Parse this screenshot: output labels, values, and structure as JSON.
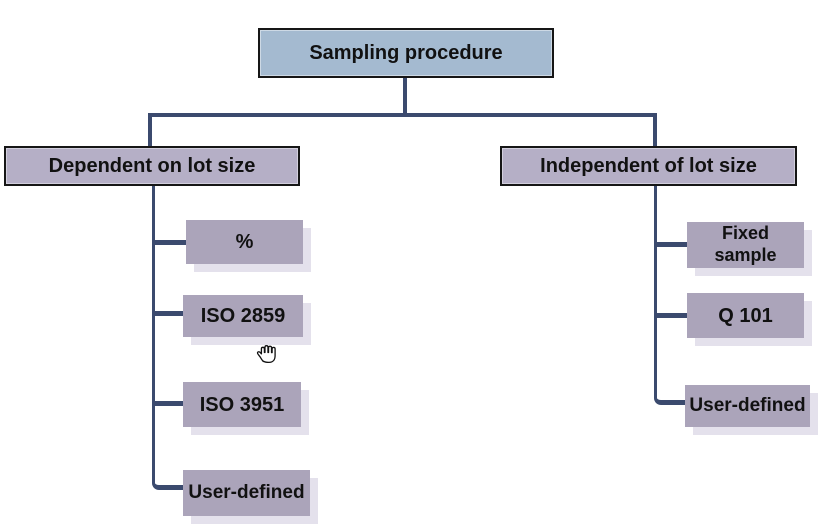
{
  "diagram": {
    "root": {
      "label": "Sampling procedure"
    },
    "branches": [
      {
        "label": "Dependent on lot size",
        "children": [
          {
            "label": "%"
          },
          {
            "label": "ISO 2859"
          },
          {
            "label": "ISO 3951"
          },
          {
            "label": "User-defined"
          }
        ]
      },
      {
        "label": "Independent of lot size",
        "children": [
          {
            "label": "Fixed sample"
          },
          {
            "label": "Q 101"
          },
          {
            "label": "User-defined"
          }
        ]
      }
    ],
    "cursor": {
      "icon": "hand-grab-cursor"
    },
    "colors": {
      "root_fill": "#a4bad0",
      "branch_fill": "#b5afc6",
      "leaf_fill": "#aba4ba",
      "leaf_shadow": "#e4e1ec",
      "connector": "#3b4a6e",
      "border": "#161616",
      "text": "#111111",
      "background": "#ffffff"
    }
  }
}
